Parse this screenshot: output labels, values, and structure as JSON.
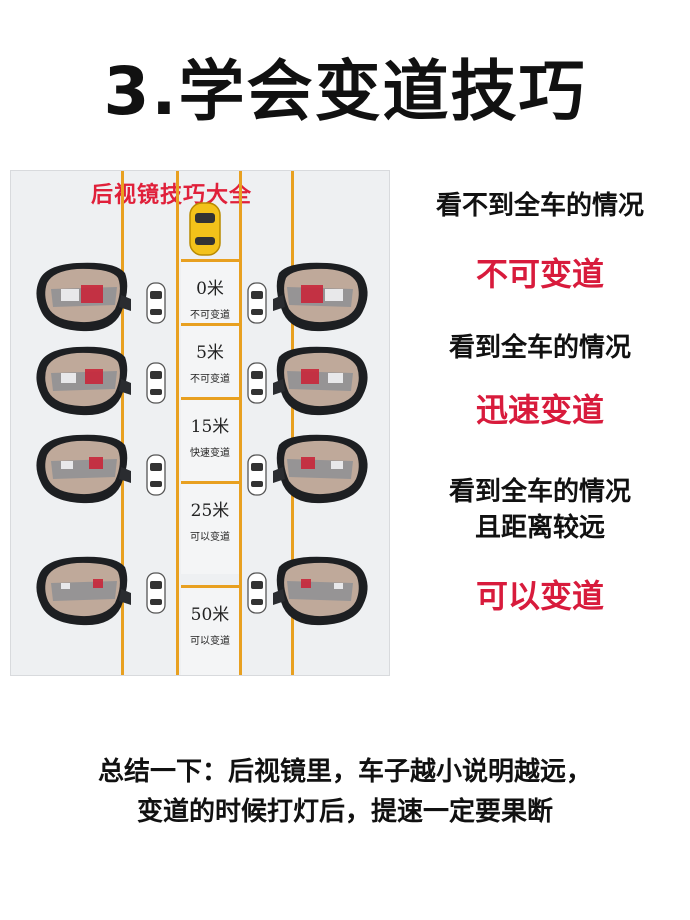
{
  "page": {
    "title": "3.学会变道技巧"
  },
  "diagram": {
    "title": "后视镜技巧大全",
    "rows": [
      {
        "distance": "0米",
        "note": "不可变道"
      },
      {
        "distance": "5米",
        "note": "不可变道"
      },
      {
        "distance": "15米",
        "note": "快速变道"
      },
      {
        "distance": "25米",
        "note": "可以变道"
      },
      {
        "distance": "50米",
        "note": "可以变道"
      }
    ]
  },
  "rules": [
    {
      "condition": "看不到全车的情况",
      "result": "不可变道"
    },
    {
      "condition": "看到全车的情况",
      "result": "迅速变道"
    },
    {
      "condition_line1": "看到全车的情况",
      "condition_line2": "且距离较远",
      "result": "可以变道"
    }
  ],
  "summary": {
    "line1": "总结一下：后视镜里，车子越小说明越远，",
    "line2": "变道的时候打灯后，提速一定要果断"
  },
  "colors": {
    "accent_red": "#d81b3c",
    "lane_orange": "#e8a020",
    "car_yellow": "#f3c21a"
  }
}
